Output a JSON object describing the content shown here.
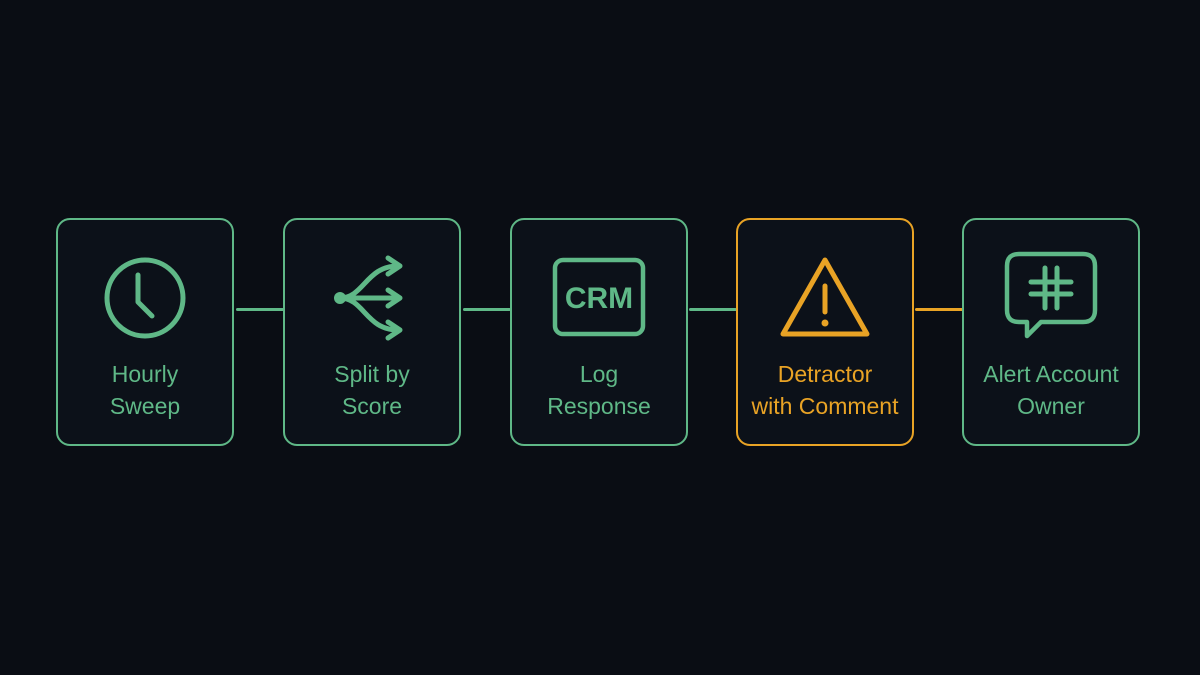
{
  "colors": {
    "background": "#0a0d14",
    "node_fill": "#0c1119",
    "normal": "#5fb887",
    "warning": "#e9a325"
  },
  "steps": [
    {
      "icon": "clock-icon",
      "status": "normal",
      "line1": "Hourly",
      "line2": "Sweep"
    },
    {
      "icon": "branch-split-icon",
      "status": "normal",
      "line1": "Split by",
      "line2": "Score"
    },
    {
      "icon": "crm-icon",
      "status": "normal",
      "icon_text": "CRM",
      "line1": "Log",
      "line2": "Response"
    },
    {
      "icon": "warning-icon",
      "status": "warning",
      "line1": "Detractor",
      "line2": "with Comment"
    },
    {
      "icon": "slack-chat-icon",
      "status": "normal",
      "line1": "Alert Account",
      "line2": "Owner"
    }
  ],
  "connectors": [
    {
      "from": "Hourly Sweep",
      "to": "Split by Score",
      "status": "normal"
    },
    {
      "from": "Split by Score",
      "to": "Log Response",
      "status": "normal"
    },
    {
      "from": "Log Response",
      "to": "Detractor with Comment",
      "status": "normal"
    },
    {
      "from": "Detractor with Comment",
      "to": "Alert Account Owner",
      "status": "warning"
    }
  ]
}
